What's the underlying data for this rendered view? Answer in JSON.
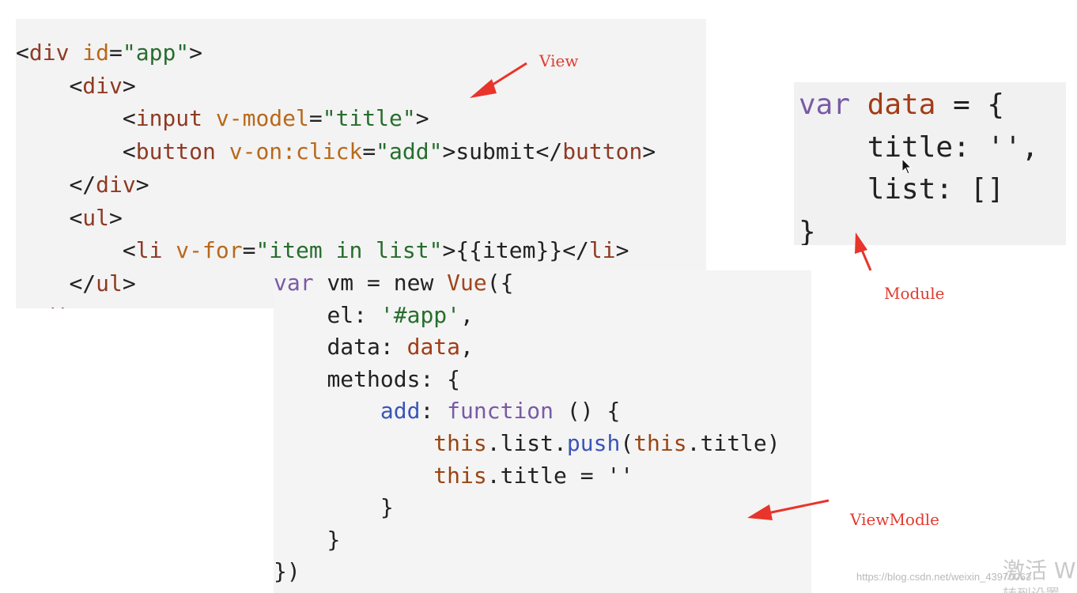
{
  "html_code": {
    "line1": {
      "lt": "<",
      "tag": "div",
      "attr": " id",
      "eq": "=",
      "val": "\"app\"",
      "gt": ">"
    },
    "line2": {
      "indent": "    ",
      "lt": "<",
      "tag": "div",
      "gt": ">"
    },
    "line3": {
      "indent": "        ",
      "lt": "<",
      "tag": "input",
      "attr": " v-model",
      "eq": "=",
      "val": "\"title\"",
      "gt": ">"
    },
    "line4": {
      "indent": "        ",
      "lt": "<",
      "tag": "button",
      "attr": " v-on:click",
      "eq": "=",
      "val": "\"add\"",
      "gt": ">",
      "text": "submit",
      "close_lt": "</",
      "close_tag": "button",
      "close_gt": ">"
    },
    "line5": {
      "indent": "    ",
      "lt": "</",
      "tag": "div",
      "gt": ">"
    },
    "line6": {
      "indent": "    ",
      "lt": "<",
      "tag": "ul",
      "gt": ">"
    },
    "line7": {
      "indent": "        ",
      "lt": "<",
      "tag": "li",
      "attr": " v-for",
      "eq": "=",
      "val": "\"item in list\"",
      "gt": ">",
      "text": "{{item}}",
      "close_lt": "</",
      "close_tag": "li",
      "close_gt": ">"
    },
    "line8": {
      "indent": "    ",
      "lt": "</",
      "tag": "ul",
      "gt": ">"
    },
    "line9": {
      "lt": "</",
      "tag": "div",
      "gt": ">"
    }
  },
  "vue_code": {
    "line1": {
      "kw": "var",
      "name": " vm = ",
      "new": "new",
      "cls": " Vue",
      "rest": "({"
    },
    "line2": {
      "indent": "    ",
      "key": "el: ",
      "str": "'#app'",
      "rest": ","
    },
    "line3": {
      "indent": "    ",
      "key": "data: ",
      "var": "data",
      "rest": ","
    },
    "line4": {
      "indent": "    ",
      "key": "methods: {"
    },
    "line5": {
      "indent": "        ",
      "fn": "add",
      "colon": ": ",
      "kw": "function",
      "rest": " () {"
    },
    "line6": {
      "indent": "            ",
      "this1": "this",
      "mid1": ".list.",
      "fn": "push",
      "paren": "(",
      "this2": "this",
      "rest": ".title)"
    },
    "line7": {
      "indent": "            ",
      "this1": "this",
      "rest": ".title = ''"
    },
    "line8": {
      "indent": "        ",
      "rest": "}"
    },
    "line9": {
      "indent": "    ",
      "rest": "}"
    },
    "line10": {
      "rest": "})"
    }
  },
  "data_code": {
    "line1": {
      "kw": "var",
      "var": " data",
      "rest": " = {"
    },
    "line2": {
      "indent": "    ",
      "rest": "title: '',"
    },
    "line3": {
      "indent": "    ",
      "rest": "list: []"
    },
    "line4": {
      "rest": "}"
    }
  },
  "annotations": {
    "view": "View",
    "module": "Module",
    "viewmodle": "ViewModle"
  },
  "watermark": {
    "url": "https://blog.csdn.net/weixin_43970063",
    "activate": "激活 W",
    "sub": "转到设置"
  },
  "colors": {
    "arrow": "#e8342a",
    "panel_bg": "#f3f3f3",
    "tag": "#8f3a24",
    "attr": "#b8691b",
    "string": "#276d2e",
    "keyword": "#7a5aa5",
    "function": "#3a55b7"
  },
  "icons": {
    "arrow": "red-arrow-icon",
    "cursor": "mouse-cursor-icon"
  }
}
